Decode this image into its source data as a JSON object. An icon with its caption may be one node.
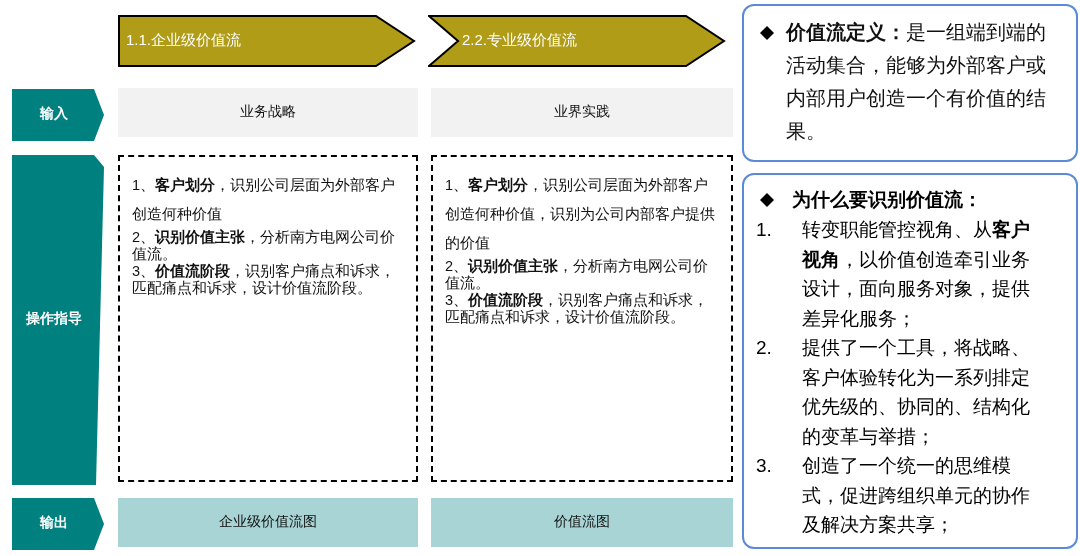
{
  "diagram": {
    "nodes": [
      {
        "text": [
          "1.1.企业级价值流"
        ]
      },
      {
        "text": [
          "2.2.专业级价值流"
        ]
      },
      {
        "text": [
          "输入"
        ]
      },
      {
        "text": [
          "业务战略"
        ]
      },
      {
        "text": [
          "业界实践"
        ]
      },
      {
        "text": [
          "操作指导"
        ]
      },
      {
        "text": [
          "1、**客户划分**，识别公司层面为外部客户创造何种价值",
          "2、**识别价值主张**，分析南方电网公司价值流。",
          "3、**价值流阶段**，识别客户痛点和诉求，匹配痛点和诉求，设计价值流阶段。"
        ]
      },
      {
        "text": [
          "1、**客户划分**，识别公司层面为外部客户创造何种价值，识别为公司内部客户提供的价值",
          "2、**识别价值主张**，分析南方电网公司价值流。",
          "3、**价值流阶段**，识别客户痛点和诉求，匹配痛点和诉求，设计价值流阶段。"
        ]
      },
      {
        "text": [
          "输出"
        ]
      },
      {
        "text": [
          "企业级价值流图"
        ]
      },
      {
        "text": [
          "价值流图"
        ]
      },
      {
        "text": [
          "**价值流定义：**是一组端到端的活动集合，能够为外部客户或内部用户创造一个有价值的结果。"
        ]
      },
      {
        "text": [
          "为什么要识别价值流：",
          "1.",
          "转变职能管控视角、从**客户视角**，以价值创造牵引业务设计，面向服务对象，提供差异化服务；",
          "2.",
          "提供了一个工具，将战略、客户体验转化为一系列排定优先级的、协同的、结构化的变革与举措；",
          "3.",
          "创造了一个统一的思维模式，促进跨组织单元的协作及解决方案共享；"
        ]
      }
    ]
  }
}
